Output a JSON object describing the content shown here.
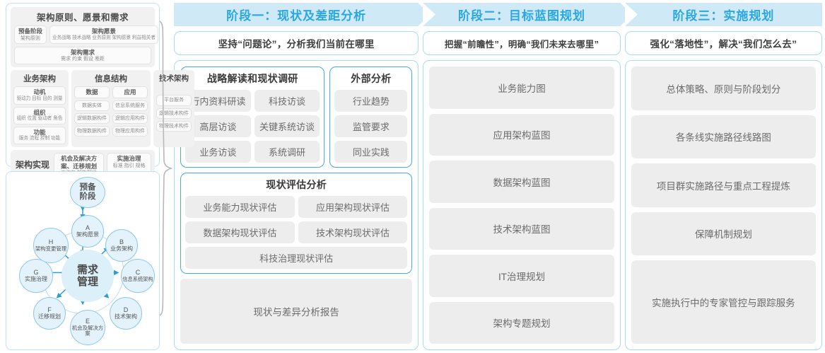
{
  "left_panel": {
    "framework": {
      "title": "架构原则、愿景和需求",
      "row1": [
        {
          "head": "预备阶段",
          "sub": "架构原则"
        },
        {
          "head": "架构愿景",
          "sub": "业务战略 技术战略 业务原则 架构愿景 利益相关者"
        }
      ],
      "row2": {
        "head": "架构需求",
        "sub": "需求   约束   假设   差距"
      },
      "columns": [
        {
          "title": "业务架构",
          "cards": [
            {
              "head": "动机",
              "sub": "驱动力 目标 目的 测量"
            },
            {
              "head": "组织",
              "sub": "组织 位置 驱动者 角色"
            },
            {
              "head": "功能",
              "sub": "服务 流程 控制 功能"
            }
          ]
        },
        {
          "title": "信息结构",
          "subcolumns": [
            {
              "head": "数据",
              "items": [
                "数据实体",
                "逻辑数据构件",
                "物理数据构件"
              ]
            },
            {
              "head": "应用",
              "items": [
                "信息系统服务",
                "逻辑应用构件",
                "物理应用构件"
              ]
            }
          ]
        },
        {
          "title": "技术架构",
          "items": [
            "平台服务",
            "逻辑技术构件",
            "物理技术构件"
          ]
        }
      ],
      "implementation": {
        "label": "架构实现",
        "cards": [
          {
            "head": "机会及解决方案、迁移规划",
            "sub": "工作包  架构契约"
          },
          {
            "head": "实施治理",
            "sub": "标准  指引  规格"
          }
        ]
      }
    },
    "adm": {
      "center": "需求\n管理",
      "prep": "预备\n阶段",
      "nodes": [
        {
          "letter": "A",
          "label": "架构愿景"
        },
        {
          "letter": "B",
          "label": "业务架构"
        },
        {
          "letter": "C",
          "label": "信息系统架构"
        },
        {
          "letter": "D",
          "label": "技术架构"
        },
        {
          "letter": "E",
          "label": "机会及解决方案"
        },
        {
          "letter": "F",
          "label": "迁移规划"
        },
        {
          "letter": "G",
          "label": "实施治理"
        },
        {
          "letter": "H",
          "label": "架构变更管理"
        }
      ]
    }
  },
  "stages": [
    {
      "banner": "阶段一：现状及差距分析",
      "subtitle": "坚持“问题论”，分析我们当前在哪里",
      "groups": [
        {
          "title": "战略解读和现状调研",
          "chips": [
            "行内资料研读",
            "科技访谈",
            "高层访谈",
            "关键系统访谈",
            "业务访谈",
            "系统调研"
          ]
        },
        {
          "title": "外部分析",
          "chips": [
            "行业趋势",
            "监管要求",
            "同业实践"
          ]
        },
        {
          "title": "现状评估分析",
          "chips": [
            "业务能力现状评估",
            "应用架构现状评估",
            "数据架构现状评估",
            "技术架构现状评估",
            "科技治理现状评估"
          ]
        }
      ],
      "report": "现状与差异分析报告"
    },
    {
      "banner": "阶段二：目标蓝图规划",
      "subtitle": "把握“前瞻性”，明确“我们未来去哪里”",
      "tiles": [
        "业务能力图",
        "应用架构蓝图",
        "数据架构蓝图",
        "技术架构蓝图",
        "IT治理规划",
        "架构专题规划"
      ]
    },
    {
      "banner": "阶段三：实施规划",
      "subtitle": "强化“落地性”，解决“我们怎么去”",
      "tiles": [
        "总体策略、原则与阶段划分",
        "各条线实施路径线路图",
        "项目群实施路径与重点工程提炼",
        "保障机制规划",
        "实施执行中的专家管控与跟踪服务"
      ]
    }
  ],
  "colors": {
    "banner_bg": "#cfe9f7",
    "banner_text": "#2aa8e2",
    "card_border": "#a8dcf2",
    "chip_bg": "#ededed",
    "node_fill": "#e3f2fb"
  }
}
